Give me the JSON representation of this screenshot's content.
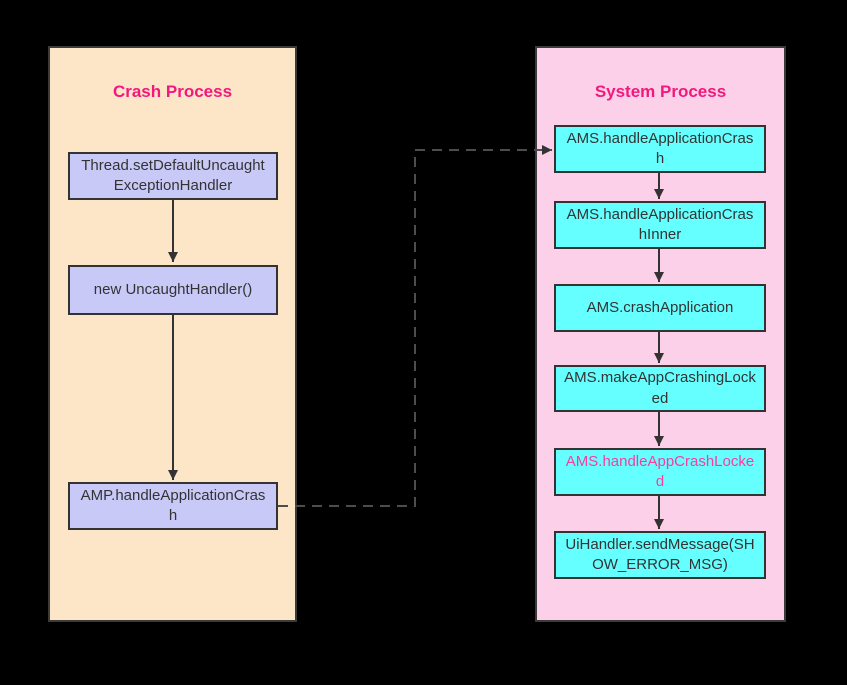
{
  "diagram": {
    "type": "flowchart",
    "description": "Android application crash handling flow across two processes"
  },
  "left_panel": {
    "title": "Crash Process",
    "nodes": [
      {
        "label": "Thread.setDefaultUncaughtExceptionHandler"
      },
      {
        "label": "new UncaughtHandler()"
      },
      {
        "label": "AMP.handleApplicationCrash"
      }
    ]
  },
  "right_panel": {
    "title": "System Process",
    "nodes": [
      {
        "label": "AMS.handleApplicationCrash"
      },
      {
        "label": "AMS.handleApplicationCrashInner"
      },
      {
        "label": "AMS.crashApplication"
      },
      {
        "label": "AMS.makeAppCrashingLocked"
      },
      {
        "label": "AMS.handleAppCrashLocked",
        "highlight": true
      },
      {
        "label": "UiHandler.sendMessage(SHOW_ERROR_MSG)"
      }
    ]
  },
  "connections": {
    "cross_process": "AMP.handleApplicationCrash -> AMS.handleApplicationCrash (dashed binder call)"
  },
  "colors": {
    "background": "#000000",
    "left_panel_fill": "#FDE5C8",
    "right_panel_fill": "#FCD0E8",
    "panel_border": "#3B3B3B",
    "left_node_fill": "#C9C9F8",
    "right_node_fill": "#66FFFF",
    "node_border": "#333333",
    "node_text": "#333333",
    "title_text": "#F2187D",
    "highlight_node_text": "#FA3C9E",
    "arrow": "#333333",
    "dashed_connector": "#4D4D4D"
  }
}
